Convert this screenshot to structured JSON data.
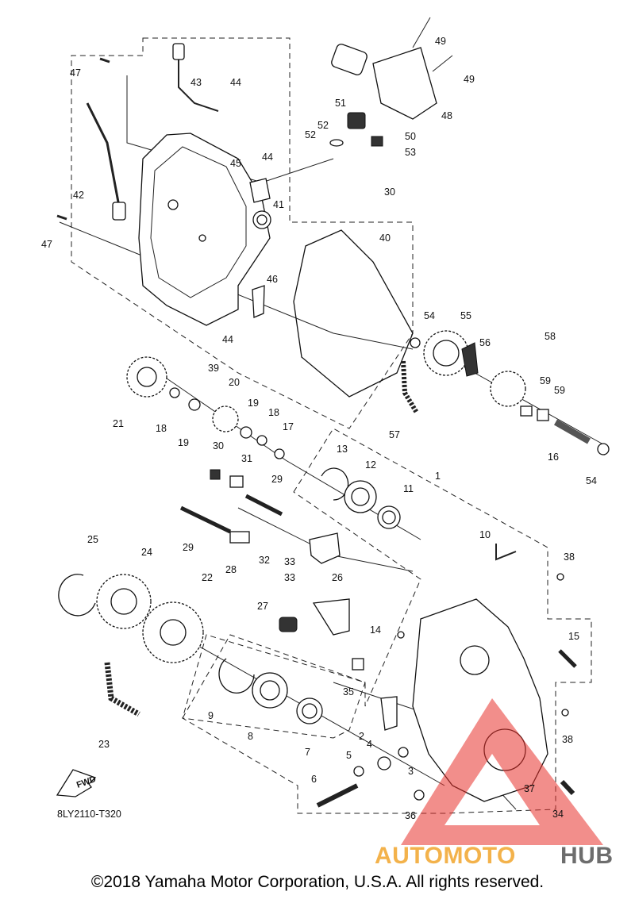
{
  "diagram": {
    "code": "8LY2110-T320",
    "fwd_label": "FWD",
    "copyright": "©2018 Yamaha Motor Corporation, U.S.A. All rights reserved.",
    "watermark": {
      "part1": "AUTOMOTO",
      "part2": "HUB",
      "color_primary": "#f3b24b",
      "color_secondary": "#6d6d6d",
      "triangle_color": "#e8322b"
    },
    "callouts": [
      {
        "id": "c47a",
        "text": "47"
      },
      {
        "id": "c43",
        "text": "43"
      },
      {
        "id": "c44a",
        "text": "44"
      },
      {
        "id": "c49a",
        "text": "49"
      },
      {
        "id": "c49b",
        "text": "49"
      },
      {
        "id": "c48",
        "text": "48"
      },
      {
        "id": "c51",
        "text": "51"
      },
      {
        "id": "c52a",
        "text": "52"
      },
      {
        "id": "c52b",
        "text": "52"
      },
      {
        "id": "c50",
        "text": "50"
      },
      {
        "id": "c53",
        "text": "53"
      },
      {
        "id": "c44b",
        "text": "44"
      },
      {
        "id": "c45",
        "text": "45"
      },
      {
        "id": "c30a",
        "text": "30"
      },
      {
        "id": "c42",
        "text": "42"
      },
      {
        "id": "c41",
        "text": "41"
      },
      {
        "id": "c47b",
        "text": "47"
      },
      {
        "id": "c40",
        "text": "40"
      },
      {
        "id": "c46",
        "text": "46"
      },
      {
        "id": "c54a",
        "text": "54"
      },
      {
        "id": "c55",
        "text": "55"
      },
      {
        "id": "c44c",
        "text": "44"
      },
      {
        "id": "c56",
        "text": "56"
      },
      {
        "id": "c58",
        "text": "58"
      },
      {
        "id": "c39",
        "text": "39"
      },
      {
        "id": "c59a",
        "text": "59"
      },
      {
        "id": "c59b",
        "text": "59"
      },
      {
        "id": "c20",
        "text": "20"
      },
      {
        "id": "c21",
        "text": "21"
      },
      {
        "id": "c18a",
        "text": "18"
      },
      {
        "id": "c19a",
        "text": "19"
      },
      {
        "id": "c19b",
        "text": "19"
      },
      {
        "id": "c18b",
        "text": "18"
      },
      {
        "id": "c17",
        "text": "17"
      },
      {
        "id": "c57",
        "text": "57"
      },
      {
        "id": "c16",
        "text": "16"
      },
      {
        "id": "c30b",
        "text": "30"
      },
      {
        "id": "c13",
        "text": "13"
      },
      {
        "id": "c12",
        "text": "12"
      },
      {
        "id": "c1",
        "text": "1"
      },
      {
        "id": "c54b",
        "text": "54"
      },
      {
        "id": "c31",
        "text": "31"
      },
      {
        "id": "c29a",
        "text": "29"
      },
      {
        "id": "c11",
        "text": "11"
      },
      {
        "id": "c10",
        "text": "10"
      },
      {
        "id": "c25",
        "text": "25"
      },
      {
        "id": "c29b",
        "text": "29"
      },
      {
        "id": "c32",
        "text": "32"
      },
      {
        "id": "c33a",
        "text": "33"
      },
      {
        "id": "c33b",
        "text": "33"
      },
      {
        "id": "c38a",
        "text": "38"
      },
      {
        "id": "c24",
        "text": "24"
      },
      {
        "id": "c28",
        "text": "28"
      },
      {
        "id": "c22",
        "text": "22"
      },
      {
        "id": "c26",
        "text": "26"
      },
      {
        "id": "c27",
        "text": "27"
      },
      {
        "id": "c14",
        "text": "14"
      },
      {
        "id": "c15",
        "text": "15"
      },
      {
        "id": "c35",
        "text": "35"
      },
      {
        "id": "c9",
        "text": "9"
      },
      {
        "id": "c8",
        "text": "8"
      },
      {
        "id": "c2",
        "text": "2"
      },
      {
        "id": "c38b",
        "text": "38"
      },
      {
        "id": "c23",
        "text": "23"
      },
      {
        "id": "c4",
        "text": "4"
      },
      {
        "id": "c7",
        "text": "7"
      },
      {
        "id": "c5",
        "text": "5"
      },
      {
        "id": "c3",
        "text": "3"
      },
      {
        "id": "c6",
        "text": "6"
      },
      {
        "id": "c37",
        "text": "37"
      },
      {
        "id": "c36",
        "text": "36"
      },
      {
        "id": "c34",
        "text": "34"
      }
    ]
  }
}
